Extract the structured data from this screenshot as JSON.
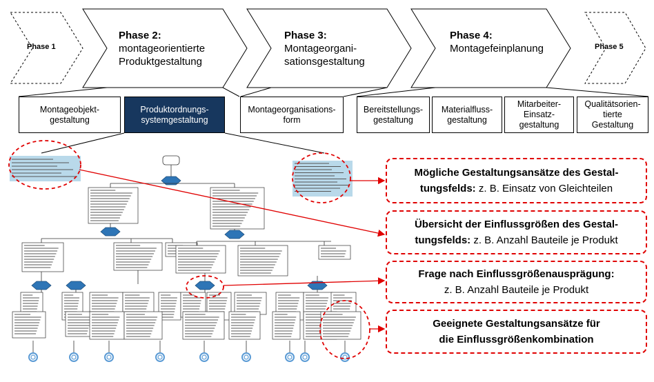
{
  "phases": {
    "phase1": "Phase 1",
    "phase2_title": "Phase 2:",
    "phase2_line1": "montageorientierte",
    "phase2_line2": "Produktgestaltung",
    "phase3_title": "Phase 3:",
    "phase3_line1": "Montageorgani-",
    "phase3_line2": "sationsgestaltung",
    "phase4_title": "Phase 4:",
    "phase4_line1": "Montagefeinplanung",
    "phase5": "Phase 5"
  },
  "fields": [
    {
      "line1": "Montageobjekt-",
      "line2": "gestaltung"
    },
    {
      "line1": "Produktordnungs-",
      "line2": "systemgestaltung"
    },
    {
      "line1": "Montageorganisations-",
      "line2": "form"
    },
    {
      "line1": "Bereitstellungs-",
      "line2": "gestaltung"
    },
    {
      "line1": "Materialfluss-",
      "line2": "gestaltung"
    },
    {
      "line1": "Mitarbeiter-",
      "line2": "Einsatz-",
      "line3": "gestaltung"
    },
    {
      "line1": "Qualitätsorien-",
      "line2": "tierte",
      "line3": "Gestaltung"
    }
  ],
  "callouts": [
    {
      "bold1": "Mögliche Gestaltungsansätze des Gestal-",
      "bold2": "tungsfelds:",
      "normal2": " z. B. Einsatz von Gleichteilen"
    },
    {
      "bold1": "Übersicht der Einflussgrößen des Gestal-",
      "bold2": "tungsfelds:",
      "normal2": " z. B. Anzahl Bauteile je Produkt"
    },
    {
      "bold1": "Frage nach Einflussgrößenausprägung:",
      "normal2": "z. B. Anzahl Bauteile je Produkt"
    },
    {
      "bold1": "Geeignete Gestaltungsansätze für",
      "bold2": "die Einflussgrößenkombination"
    }
  ],
  "colors": {
    "selected_field": "#17375e",
    "callout_border": "#e00000",
    "info_box": "#b9d9ea",
    "decision_node": "#2e75b6",
    "end_node": "#5b9bd5"
  }
}
